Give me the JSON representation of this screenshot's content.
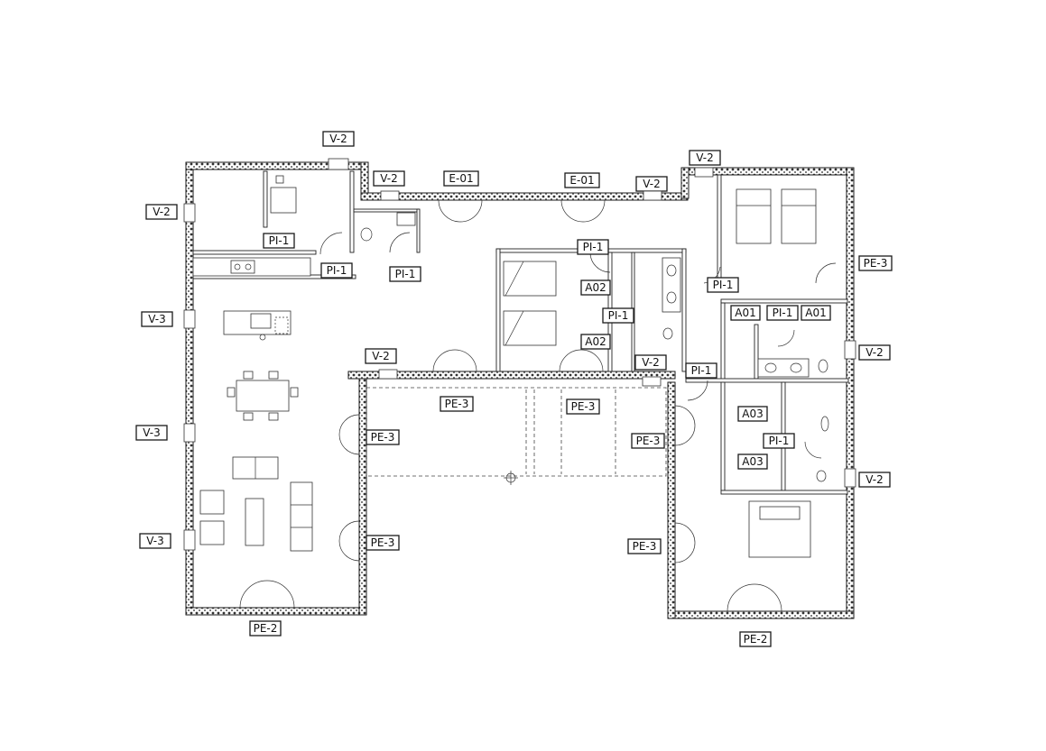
{
  "tags": {
    "v2": "V-2",
    "v3": "V-3",
    "e01": "E-01",
    "pi1": "PI-1",
    "pe2": "PE-2",
    "pe3": "PE-3",
    "a01": "A01",
    "a02": "A02",
    "a03": "A03"
  }
}
